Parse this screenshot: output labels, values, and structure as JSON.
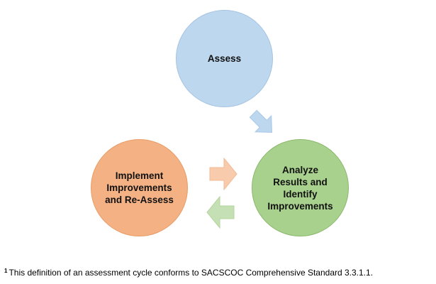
{
  "diagram": {
    "nodes": [
      {
        "id": "assess",
        "label": "Assess",
        "color": "#bdd7ee"
      },
      {
        "id": "analyze",
        "label": "Analyze\nResults and\nIdentify\nImprovements",
        "color": "#a9d18e"
      },
      {
        "id": "implement",
        "label": "Implement\nImprovements\nand Re-Assess",
        "color": "#f4b183"
      }
    ],
    "arrows": [
      {
        "from": "assess",
        "to": "analyze",
        "color": "#bdd7ee"
      },
      {
        "from": "implement",
        "to": "analyze",
        "color": "#f8cbad"
      },
      {
        "from": "analyze",
        "to": "implement",
        "color": "#c5e0b4"
      }
    ]
  },
  "footnote": {
    "marker": "1",
    "text": "This definition of an assessment cycle conforms to SACSCOC Comprehensive Standard 3.3.1.1."
  }
}
